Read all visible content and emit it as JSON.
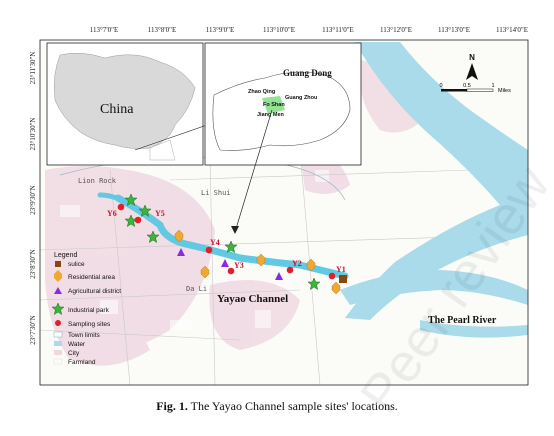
{
  "map": {
    "top_longitudes": [
      "113°7'0\"E",
      "113°8'0\"E",
      "113°9'0\"E",
      "113°10'0\"E",
      "113°11'0\"E",
      "113°12'0\"E",
      "113°13'0\"E",
      "113°14'0\"E"
    ],
    "left_latitudes": [
      "23°11'30\"N",
      "23°10'30\"N",
      "23°9'30\"N",
      "23°8'30\"N",
      "23°7'30\"N"
    ],
    "inset_china_label": "China",
    "inset_province_title": "Guang Dong",
    "inset_cities": [
      "Zhao Qing",
      "Guang Zhou",
      "Fo Shan",
      "Jiang Men"
    ],
    "north_label": "N",
    "scale_labels": [
      "0",
      "0.5",
      "1"
    ],
    "scale_unit": "Miles",
    "towns": [
      "Lion Rock",
      "Li Shui",
      "Da Li"
    ],
    "channel_label": "Yayao Channel",
    "river_label": "The Pearl River",
    "sites": [
      "Y1",
      "Y2",
      "Y3",
      "Y4",
      "Y5",
      "Y6"
    ],
    "watermark": "Peer review",
    "colors": {
      "water": "#a9dbea",
      "channel": "#62c9e2",
      "city": "#f0d8e2",
      "sluice": "#8b4513",
      "residential": "#f0a830",
      "agricultural": "#8a2be2",
      "industrial": "#3cb43c",
      "sampling": "#e0202a"
    }
  },
  "legend": {
    "title": "Legend",
    "items": [
      "sulice",
      "Residential area",
      "Agricultural district",
      "Industrial park",
      "Sampling sites",
      "Town limits",
      "Water",
      "City",
      "Farmland"
    ]
  },
  "caption": {
    "prefix": "Fig. 1.",
    "text": " The Yayao Channel sample sites' locations."
  }
}
